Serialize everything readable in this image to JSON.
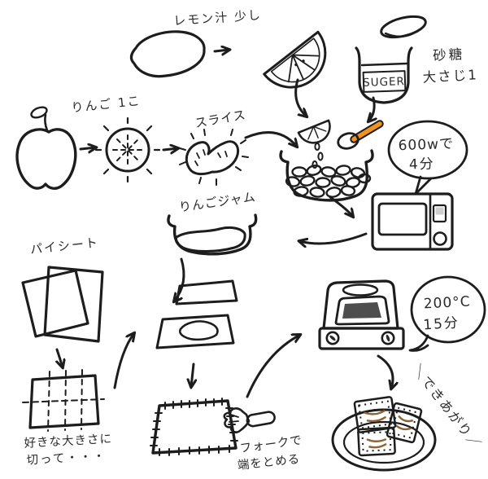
{
  "title": "handwritten apple pie recipe illustration",
  "labels": {
    "lemon_note": "レモン汁 少し",
    "sugar_jar": "SUGER",
    "sugar_note_line1": "砂糖",
    "sugar_note_line2": "大さじ1",
    "apple_note": "りんご 1こ",
    "slice_note": "スライス",
    "microwave_bubble_line1": "600wで",
    "microwave_bubble_line2": "4分",
    "jam_label": "りんごジャム",
    "pie_sheet_label": "パイシート",
    "cut_note_line1": "好きな大きさに",
    "cut_note_line2": "切って・・・",
    "fork_note_line1": "フォークで",
    "fork_note_line2": "端をとめる",
    "oven_bubble_line1": "200°C",
    "oven_bubble_line2": "15分",
    "done_note": "＼できあがり／"
  },
  "colors": {
    "outline": "#1d1d1d",
    "lemon": "#f5e460",
    "lemon_flesh": "#faf3b8",
    "apple": "#c84a5c",
    "leaf": "#1f8a70",
    "apple_flesh": "#f6efcf",
    "slice_flesh": "#f4ecc6",
    "sugar_lid": "#8a5a36",
    "spoon": "#f0941d",
    "jam": "#f5c08f",
    "pastry": "#f6eb9e",
    "appliance_dark": "#4f4f4f",
    "window_gray": "#6a6a6a",
    "fork_metal": "#8f8f8f",
    "fork_handle": "#d4485a",
    "baked": "#dab183",
    "baked_dark": "#cfa375",
    "slash_brown": "#8f6134"
  }
}
